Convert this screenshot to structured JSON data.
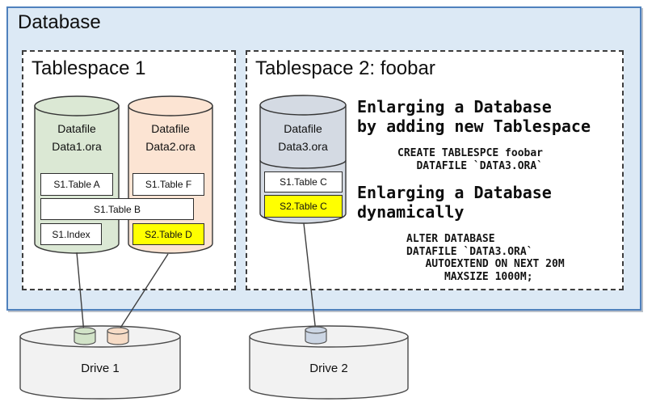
{
  "colors": {
    "db_fill": "#dce9f5",
    "db_border": "#4f81bd",
    "green": "#dbe8d4",
    "green_chip": "#d2e3c8",
    "orange": "#fce4d3",
    "orange_chip": "#f7dcc6",
    "bluegray": "#d4dae3",
    "bluegray_chip": "#ccd6e4",
    "yellow": "#ffff00",
    "drive_fill": "#f2f2f2"
  },
  "database": {
    "title": "Database"
  },
  "tablespace1": {
    "title": "Tablespace 1",
    "datafile1_label": "Datafile\nData1.ora",
    "datafile2_label": "Datafile\nData2.ora",
    "table_a": "S1.Table A",
    "table_f": "S1.Table F",
    "table_b": "S1.Table B",
    "index": "S1.Index",
    "table_d": "S2.Table D"
  },
  "tablespace2": {
    "title": "Tablespace 2: foobar",
    "datafile3_label": "Datafile\nData3.ora",
    "table_c1": "S1.Table C",
    "table_c2": "S2.Table C",
    "heading1": "Enlarging a Database\nby adding new Tablespace",
    "code1": "CREATE TABLESPCE foobar\n   DATAFILE `DATA3.ORA`",
    "heading2": "Enlarging a Database\ndynamically",
    "code2": "ALTER DATABASE\nDATAFILE `DATA3.ORA`\n   AUTOEXTEND ON NEXT 20M\n      MAXSIZE 1000M;"
  },
  "drives": {
    "drive1": "Drive 1",
    "drive2": "Drive 2"
  }
}
